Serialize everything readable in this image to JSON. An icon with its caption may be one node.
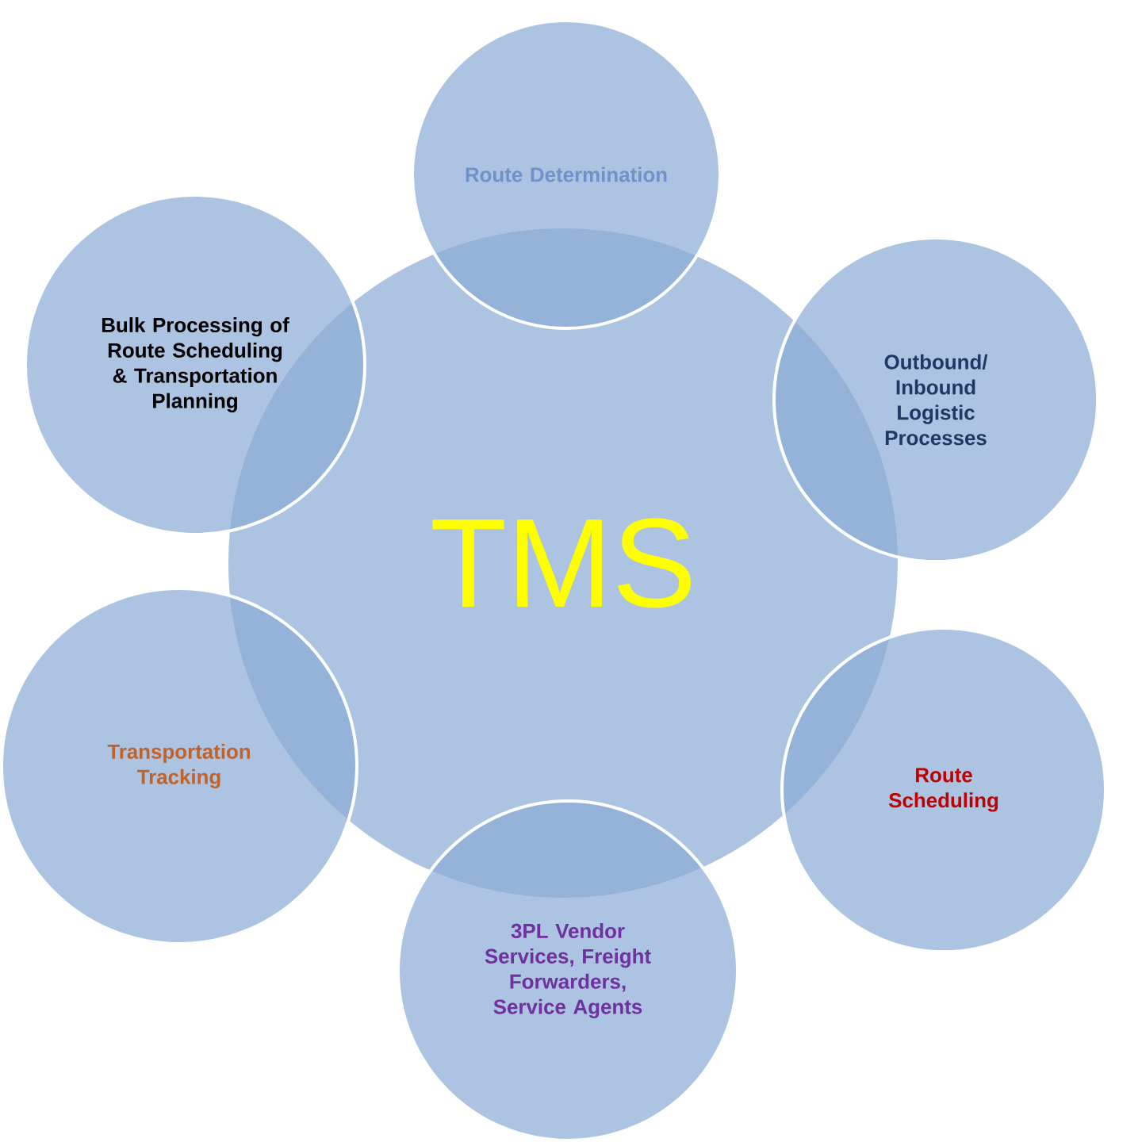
{
  "diagram": {
    "nodes": [
      {
        "text": [
          "TMS"
        ]
      },
      {
        "text": [
          "Route Determination"
        ]
      },
      {
        "text": [
          "Outbound/ Inbound Logistic Processes"
        ]
      },
      {
        "text": [
          "Route Scheduling"
        ]
      },
      {
        "text": [
          "3PL Vendor Services, Freight Forwarders, Service Agents"
        ]
      },
      {
        "text": [
          "Transportation Tracking"
        ]
      },
      {
        "text": [
          "Bulk Processing of Route Scheduling & Transportation Planning"
        ]
      }
    ]
  }
}
